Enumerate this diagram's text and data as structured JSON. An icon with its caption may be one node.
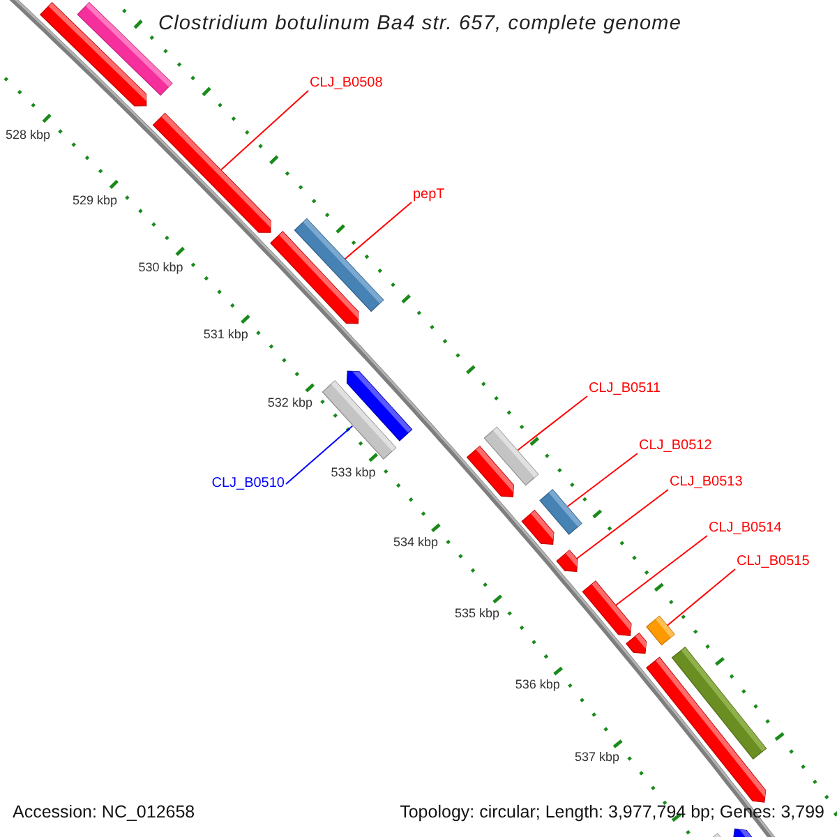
{
  "diagram": {
    "title": "Clostridium botulinum Ba4 str. 657, complete genome",
    "nodes": [
      {
        "text": [],
        "shape": "bar"
      },
      {
        "text": [],
        "shape": "bar"
      },
      {
        "text": [
          "CLJ_B0508"
        ]
      },
      {
        "text": [],
        "shape": "bar"
      },
      {
        "text": [
          "pepT"
        ]
      },
      {
        "text": [],
        "shape": "bar"
      },
      {
        "text": [],
        "shape": "bar"
      },
      {
        "text": [],
        "shape": "bar"
      },
      {
        "text": [],
        "shape": "bar"
      },
      {
        "text": [
          "CLJ_B0511"
        ]
      },
      {
        "text": [],
        "shape": "bar"
      },
      {
        "text": [],
        "shape": "bar"
      },
      {
        "text": [
          "CLJ_B0512"
        ]
      },
      {
        "text": [],
        "shape": "bar"
      },
      {
        "text": [
          "CLJ_B0510"
        ]
      },
      {
        "text": [
          "CLJ_B0513"
        ]
      },
      {
        "text": [],
        "shape": "bar"
      },
      {
        "text": [],
        "shape": "bar"
      },
      {
        "text": [
          "CLJ_B0514"
        ]
      },
      {
        "text": [],
        "shape": "bar"
      },
      {
        "text": [
          "CLJ_B0515"
        ]
      },
      {
        "text": [],
        "shape": "bar"
      },
      {
        "text": [],
        "shape": "bar"
      },
      {
        "text": [],
        "shape": "bar"
      },
      {
        "text": [],
        "shape": "bar"
      },
      {
        "text": [],
        "shape": "bar"
      },
      {
        "text": [],
        "shape": "bar"
      }
    ],
    "edges": [
      {
        "from": 2,
        "to": 3,
        "arrow": "none"
      },
      {
        "from": 4,
        "to": 5,
        "arrow": "none"
      },
      {
        "from": 9,
        "to": 10,
        "arrow": "none"
      },
      {
        "from": 12,
        "to": 13,
        "arrow": "none"
      },
      {
        "from": 14,
        "to": 8,
        "arrow": "none",
        "color": "#0000ff"
      },
      {
        "from": 15,
        "to": 17,
        "arrow": "none"
      },
      {
        "from": 18,
        "to": 19,
        "arrow": "none"
      },
      {
        "from": 20,
        "to": 21,
        "arrow": "none"
      }
    ],
    "labels": [
      "528 kbp",
      "529 kbp",
      "530 kbp",
      "531 kbp",
      "532 kbp",
      "533 kbp",
      "534 kbp",
      "535 kbp",
      "536 kbp",
      "537 kbp",
      "Accession: NC_012658",
      "Topology: circular; Length: 3,977,794 bp; Genes: 3,799"
    ]
  }
}
